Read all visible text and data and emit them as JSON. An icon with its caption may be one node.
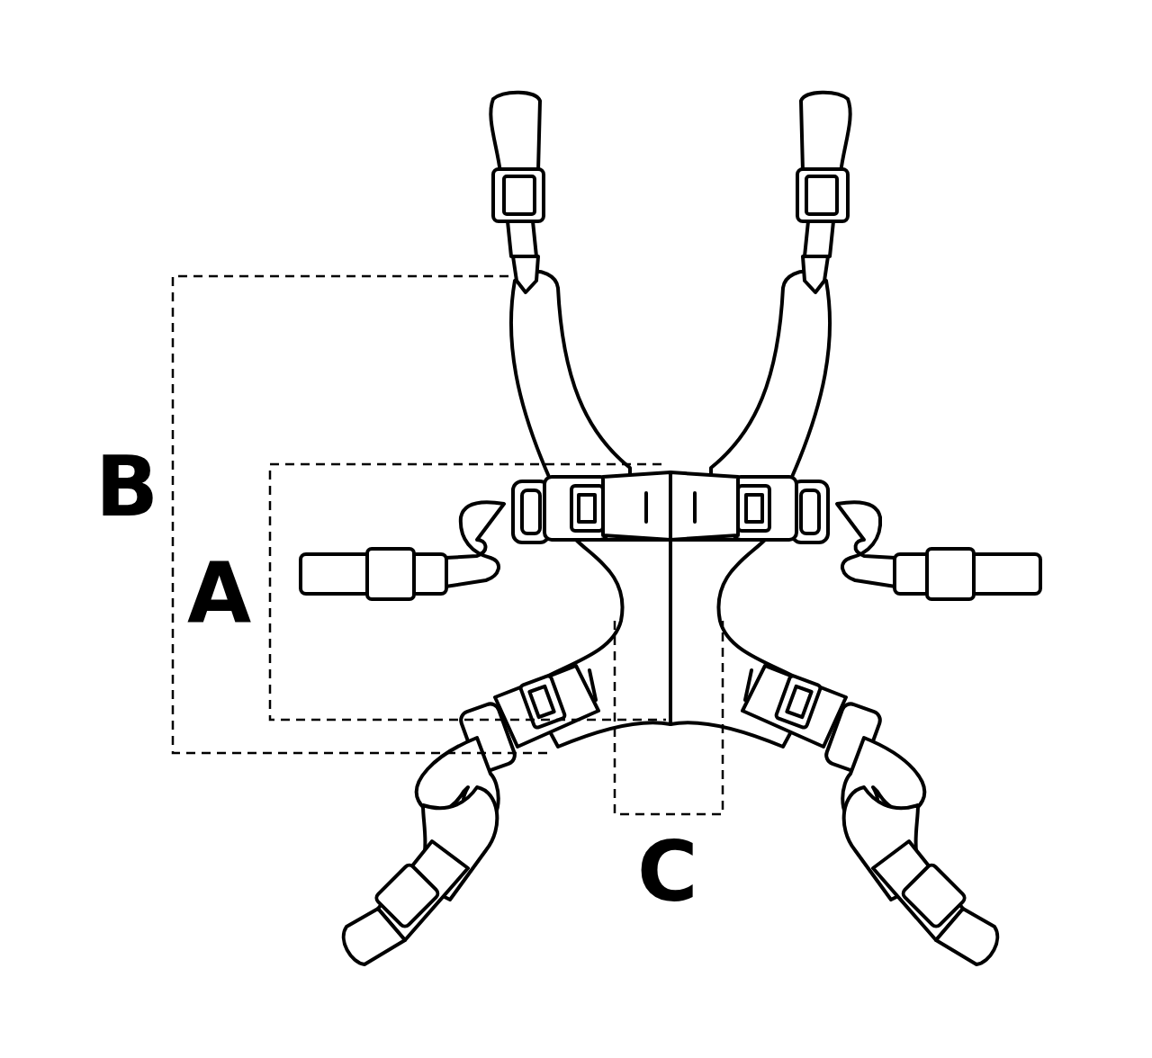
{
  "diagram": {
    "labels": [
      "B",
      "A",
      "C"
    ]
  }
}
